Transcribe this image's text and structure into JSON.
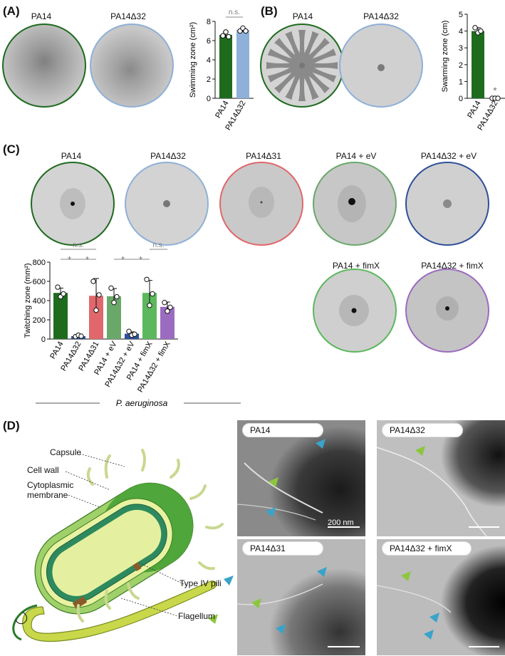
{
  "panels": {
    "a": "(A)",
    "b": "(B)",
    "c": "(C)",
    "d": "(D)"
  },
  "panel_a": {
    "plate_labels": [
      "PA14",
      "PA14Δ32"
    ]
  },
  "panel_b": {
    "plate_labels": [
      "PA14",
      "PA14Δ32"
    ]
  },
  "panel_c": {
    "plate_labels": [
      "PA14",
      "PA14Δ32",
      "PA14Δ31",
      "PA14 + eV",
      "PA14Δ32 + eV",
      "PA14 + fimX",
      "PA14Δ32 + fimX"
    ],
    "species": "P. aeruginosa"
  },
  "panel_d": {
    "diagram_labels": {
      "capsule": "Capsule",
      "cell_wall": "Cell wall",
      "cytoplasmic": "Cytoplasmic",
      "membrane": "membrane",
      "type4": "Type IV pili",
      "flagellum": "Flagellum"
    },
    "em_labels": [
      "PA14",
      "PA14Δ32",
      "PA14Δ31",
      "PA14Δ32 + fimX"
    ],
    "scale_bar": "200 nm"
  },
  "colors": {
    "pa14": "#1e6b1e",
    "d32": "#8fb0d8",
    "d31": "#e0676b",
    "pa14_ev": "#6aa86a",
    "d32_ev": "#2f4f99",
    "pa14_fimx": "#5cb85c",
    "d32_fimx": "#9b6bc0",
    "pili_arrow": "#3aa3c9",
    "flag_arrow": "#8cc63f"
  },
  "chart_data": [
    {
      "type": "bar",
      "categories": [
        "PA14",
        "PA14Δ32"
      ],
      "values": [
        6.6,
        7.1
      ],
      "points": [
        [
          6.5,
          6.9,
          6.4
        ],
        [
          7.0,
          7.3,
          7.0
        ]
      ],
      "errors": [
        0.3,
        0.2
      ],
      "ylabel": "Swimming zone (cm²)",
      "ylim": [
        0,
        8
      ],
      "yticks": [
        "0",
        "2",
        "4",
        "6",
        "8"
      ],
      "annotation": "n.s."
    },
    {
      "type": "bar",
      "categories": [
        "PA14",
        "PA14Δ32"
      ],
      "values": [
        4.0,
        0.0
      ],
      "points": [
        [
          4.2,
          3.9,
          4.0
        ],
        [
          0.0,
          0.0,
          0.0
        ]
      ],
      "errors": [
        0.2,
        0.0
      ],
      "ylabel": "Swarming zone (cm)",
      "ylim": [
        0,
        5
      ],
      "yticks": [
        "0",
        "1",
        "2",
        "3",
        "4",
        "5"
      ],
      "annotation": "*"
    },
    {
      "type": "bar",
      "categories": [
        "PA14",
        "PA14Δ32",
        "PA14Δ31",
        "PA14 + eV",
        "PA14Δ32 + eV",
        "PA14 + fimX",
        "PA14Δ32 + fimX"
      ],
      "values": [
        480,
        30,
        450,
        445,
        55,
        480,
        335
      ],
      "points": [
        [
          540,
          440,
          470
        ],
        [
          25,
          40,
          30
        ],
        [
          600,
          300,
          460
        ],
        [
          530,
          380,
          440
        ],
        [
          80,
          40,
          50
        ],
        [
          620,
          350,
          470
        ],
        [
          380,
          290,
          330
        ]
      ],
      "errors": [
        50,
        8,
        180,
        80,
        20,
        130,
        50
      ],
      "ylabel": "Twitching zone (mm²)",
      "ylim": [
        0,
        800
      ],
      "yticks": [
        "0",
        "200",
        "400",
        "600",
        "800"
      ],
      "significance": [
        {
          "text": "n.s.",
          "level": 1
        },
        {
          "text": "*",
          "level": 2
        },
        {
          "text": "*",
          "level": 2
        },
        {
          "text": "*",
          "level": 2
        },
        {
          "text": "n.s.",
          "level": 1
        },
        {
          "text": "*",
          "level": 2
        }
      ]
    }
  ]
}
